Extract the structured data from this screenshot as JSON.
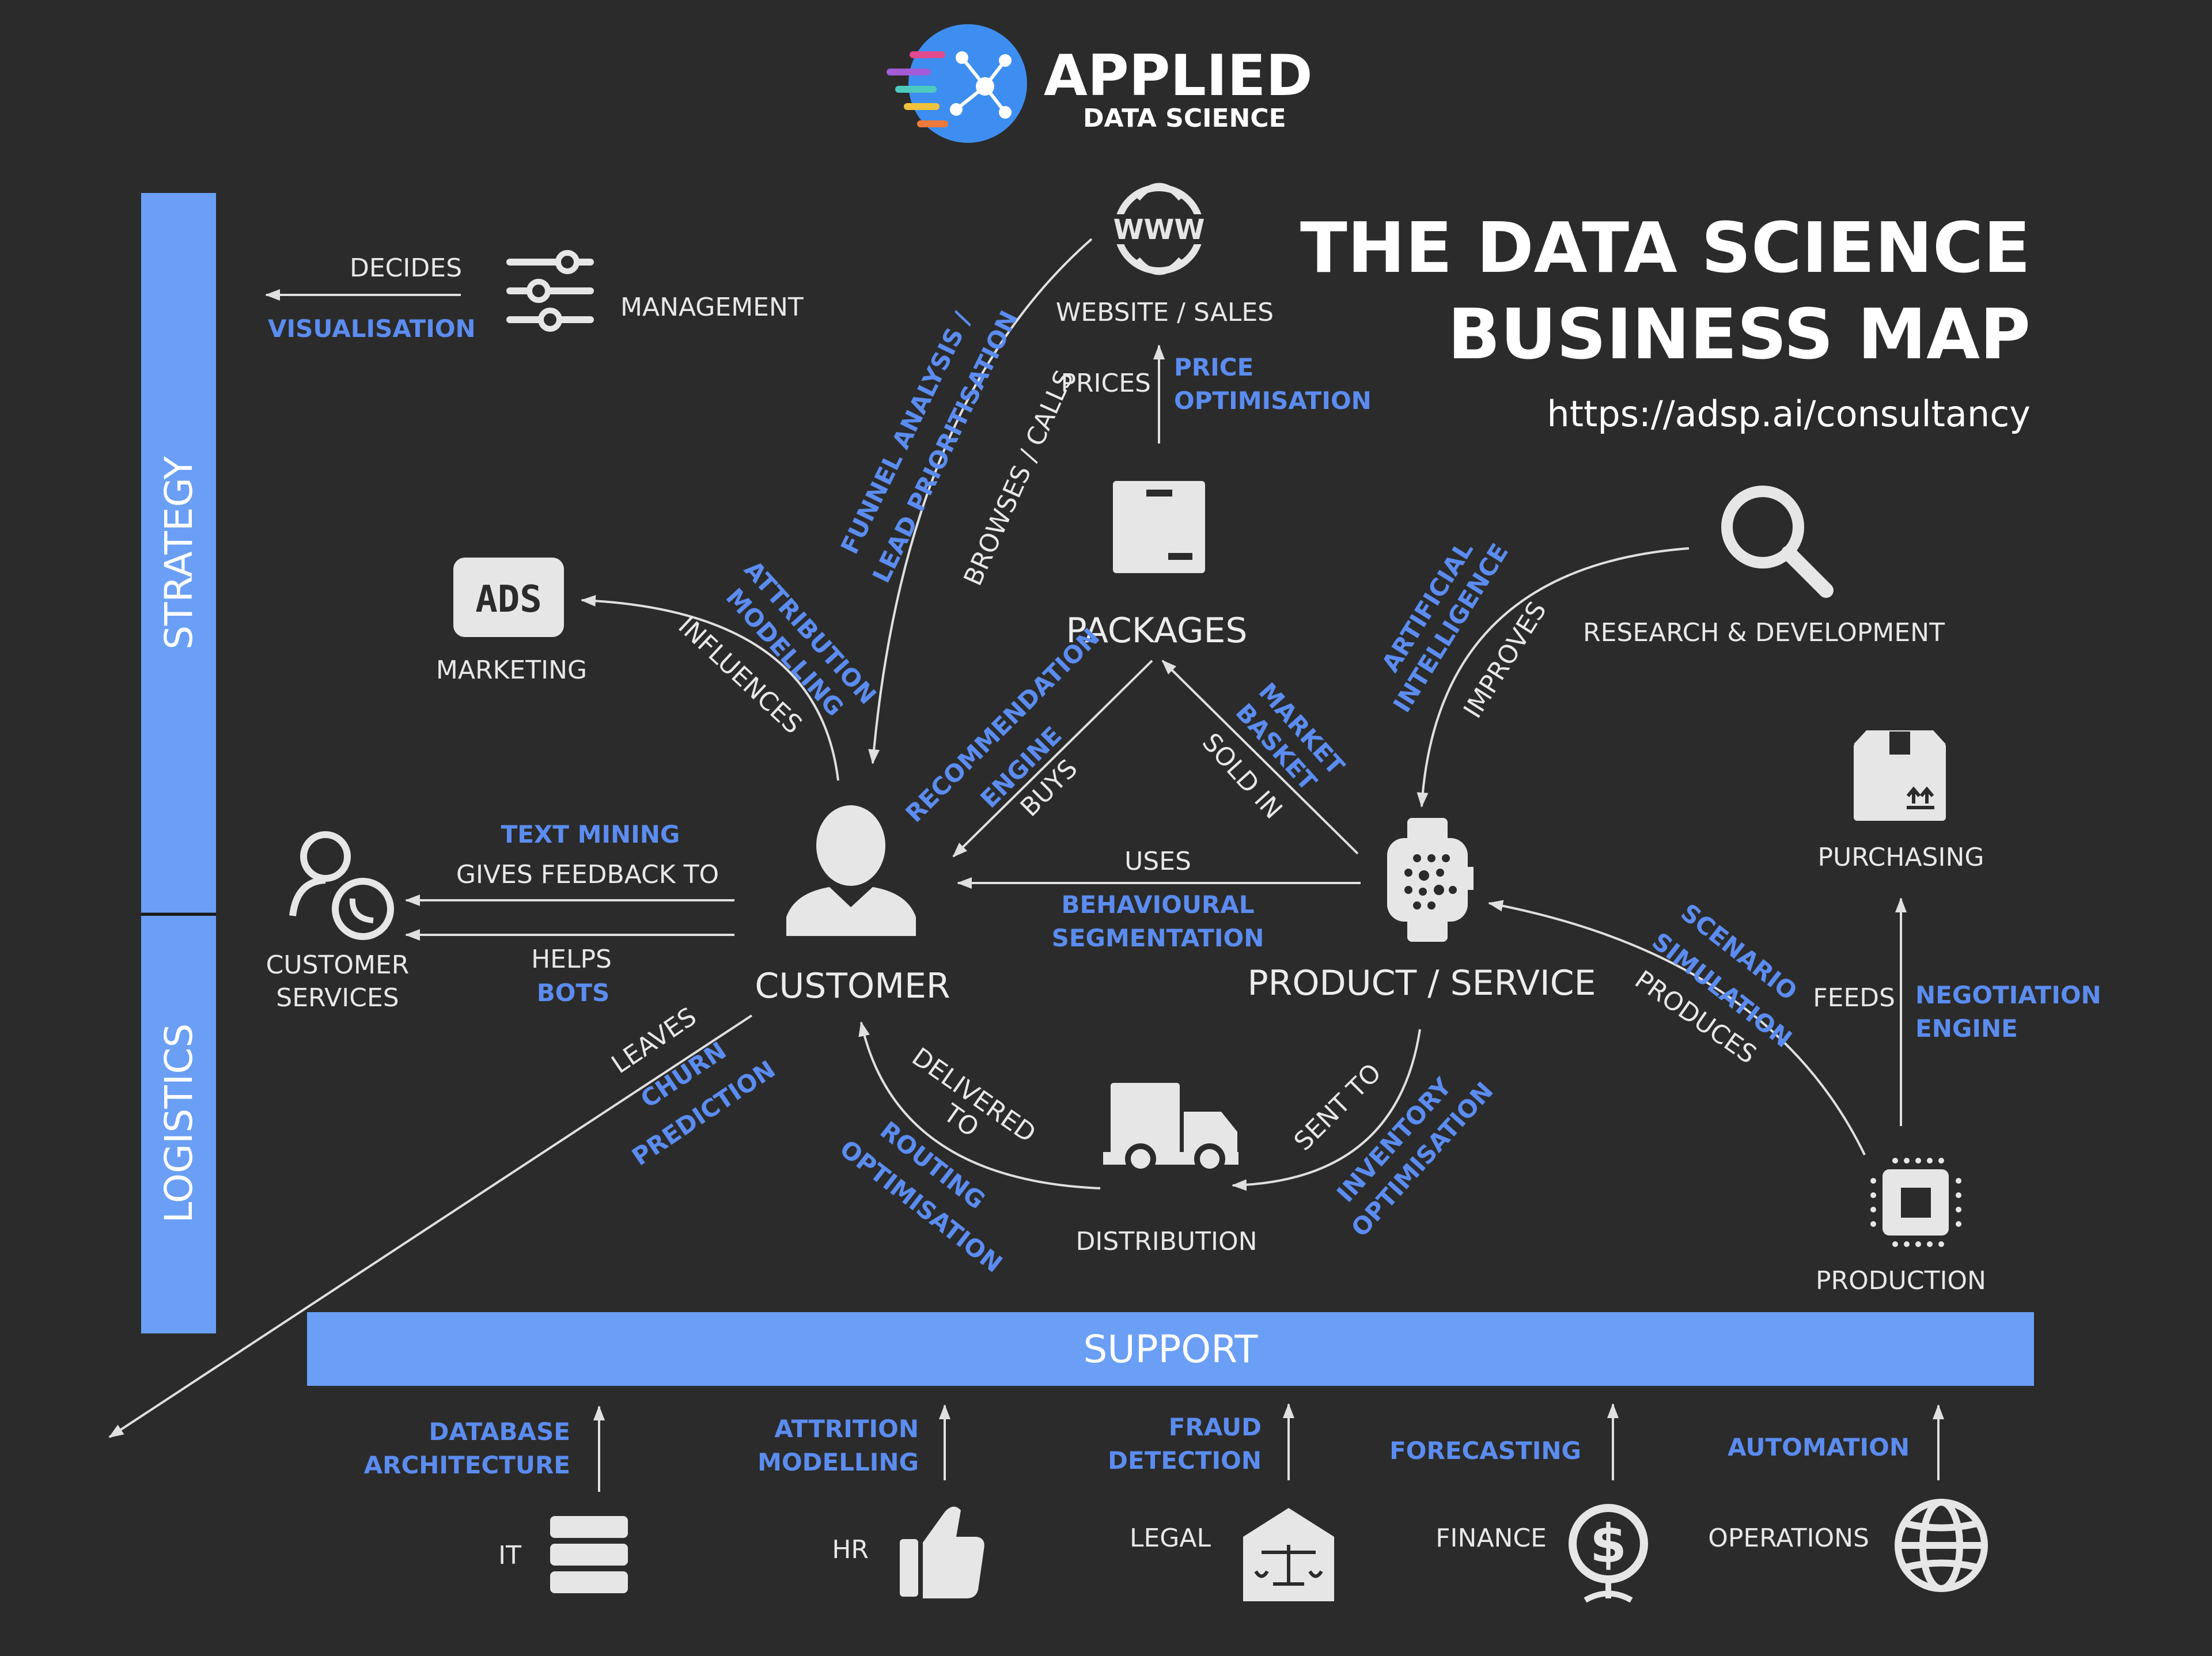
{
  "brand": {
    "name": "APPLIED",
    "sub": "DATA SCIENCE"
  },
  "title": {
    "line1": "THE DATA SCIENCE",
    "line2": "BUSINESS MAP",
    "url": "https://adsp.ai/consultancy"
  },
  "bars": {
    "strategy": "STRATEGY",
    "logistics": "LOGISTICS",
    "support": "SUPPORT"
  },
  "colors": {
    "background": "#2b2b2b",
    "accent": "#5b8cf0",
    "bar": "#6a9ff5",
    "text": "#e8e8e8"
  },
  "nodes": {
    "management": "MANAGEMENT",
    "website": "WEBSITE / SALES",
    "www": "WWW",
    "packages": "PACKAGES",
    "marketing": "MARKETING",
    "ads": "ADS",
    "research": "RESEARCH & DEVELOPMENT",
    "purchasing": "PURCHASING",
    "customer_services_1": "CUSTOMER",
    "customer_services_2": "SERVICES",
    "customer": "CUSTOMER",
    "product": "PRODUCT / SERVICE",
    "distribution": "DISTRIBUTION",
    "production": "PRODUCTION"
  },
  "relations": {
    "decides": "DECIDES",
    "prices": "PRICES",
    "browses": "BROWSES / CALLS",
    "influences": "INFLUENCES",
    "improves": "IMPROVES",
    "buys": "BUYS",
    "sold_in": "SOLD IN",
    "uses": "USES",
    "gives_feedback": "GIVES FEEDBACK TO",
    "helps": "HELPS",
    "leaves": "LEAVES",
    "delivered_1": "DELIVERED",
    "delivered_2": "TO",
    "sent_to": "SENT TO",
    "produces": "PRODUCES",
    "feeds": "FEEDS"
  },
  "techniques": {
    "visualisation": "VISUALISATION",
    "price_1": "PRICE",
    "price_2": "OPTIMISATION",
    "funnel_1": "FUNNEL ANALYSIS /",
    "funnel_2": "LEAD PRIORITISATION",
    "attribution_1": "ATTRIBUTION",
    "attribution_2": "MODELLING",
    "recommendation_1": "RECOMMENDATION",
    "recommendation_2": "ENGINE",
    "market_1": "MARKET",
    "market_2": "BASKET",
    "ai_1": "ARTIFICIAL",
    "ai_2": "INTELLIGENCE",
    "text_mining": "TEXT MINING",
    "bots": "BOTS",
    "behavioural_1": "BEHAVIOURAL",
    "behavioural_2": "SEGMENTATION",
    "scenario_1": "SCENARIO",
    "scenario_2": "SIMULATION",
    "negotiation_1": "NEGOTIATION",
    "negotiation_2": "ENGINE",
    "churn_1": "CHURN",
    "churn_2": "PREDICTION",
    "routing_1": "ROUTING",
    "routing_2": "OPTIMISATION",
    "inventory_1": "INVENTORY",
    "inventory_2": "OPTIMISATION"
  },
  "support": [
    {
      "dept": "IT",
      "tech": [
        "DATABASE",
        "ARCHITECTURE"
      ],
      "icon": "server-icon"
    },
    {
      "dept": "HR",
      "tech": [
        "ATTRITION",
        "MODELLING"
      ],
      "icon": "thumbs-up-icon"
    },
    {
      "dept": "LEGAL",
      "tech": [
        "FRAUD",
        "DETECTION"
      ],
      "icon": "scales-icon"
    },
    {
      "dept": "FINANCE",
      "tech": [
        "FORECASTING"
      ],
      "icon": "dollar-plant-icon"
    },
    {
      "dept": "OPERATIONS",
      "tech": [
        "AUTOMATION"
      ],
      "icon": "globe-icon"
    }
  ]
}
